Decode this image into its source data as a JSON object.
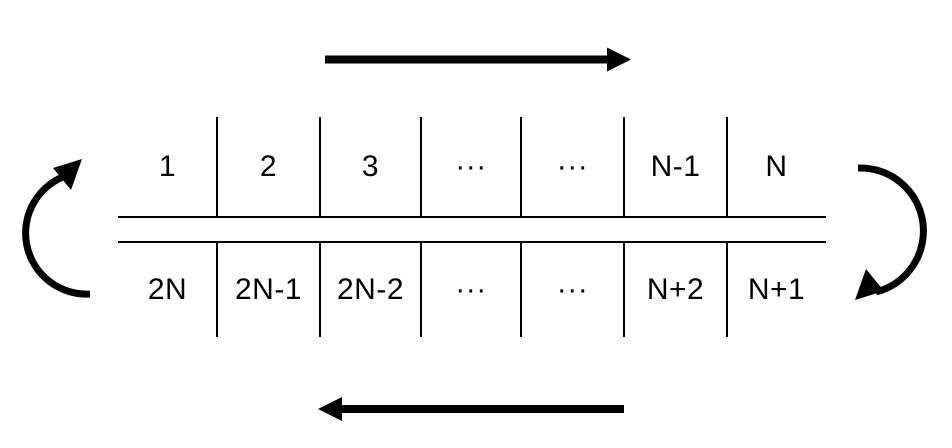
{
  "theme": {
    "ink": "#000000",
    "background": "#ffffff"
  },
  "diagram": {
    "rows": {
      "top": {
        "cells": [
          "1",
          "2",
          "3",
          "···",
          "···",
          "N-1",
          "N"
        ]
      },
      "bottom": {
        "cells": [
          "2N",
          "2N-1",
          "2N-2",
          "···",
          "···",
          "N+2",
          "N+1"
        ]
      }
    },
    "arrows": {
      "top": "right-arrow",
      "bottom": "left-arrow",
      "left": "curved-wrap-arrow-bottom-to-top",
      "right": "curved-wrap-arrow-top-to-bottom"
    }
  }
}
